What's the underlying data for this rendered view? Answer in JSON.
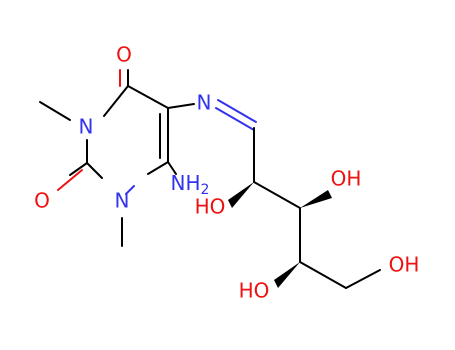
{
  "molecule": {
    "atoms": {
      "o_top": "O",
      "o_left": "O",
      "n1": "N",
      "n3": "N",
      "n_imine": "N",
      "nh2": "NH",
      "nh2_sub": "2",
      "oh_a": "HO",
      "oh_b": "OH",
      "oh_c": "HO",
      "oh_d": "OH"
    },
    "colors": {
      "carbon": "#000000",
      "nitrogen": "#3333ee",
      "oxygen": "#ee1111"
    }
  }
}
